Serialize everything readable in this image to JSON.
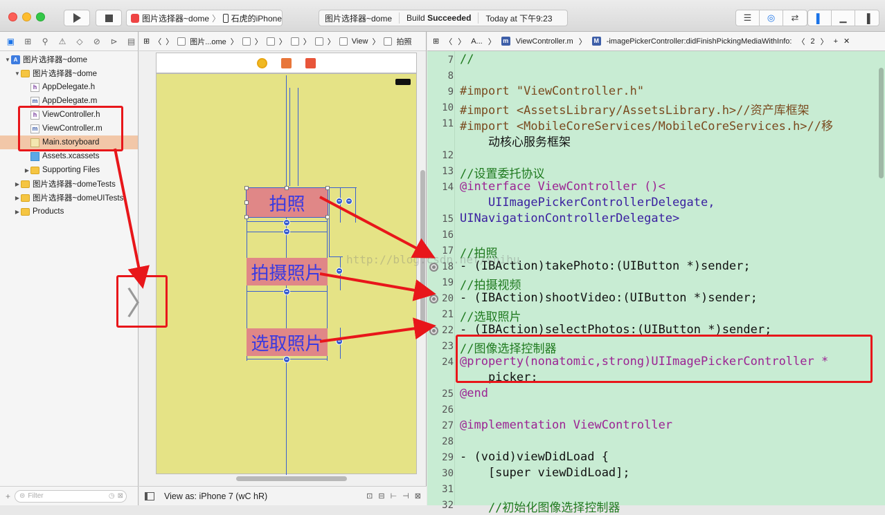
{
  "toolbar": {
    "scheme_project": "图片选择器~dome",
    "scheme_device": "石虎的iPhone",
    "status_project": "图片选择器~dome",
    "status_build_prefix": "Build",
    "status_build_result": "Succeeded",
    "status_time": "Today at 下午9:23"
  },
  "navigator": {
    "items": [
      {
        "label": "图片选择器~dome",
        "icon": "project-icon"
      },
      {
        "label": "图片选择器~dome",
        "icon": "folder-icon"
      },
      {
        "label": "AppDelegate.h",
        "icon": "header-file-icon"
      },
      {
        "label": "AppDelegate.m",
        "icon": "implementation-file-icon"
      },
      {
        "label": "ViewController.h",
        "icon": "header-file-icon"
      },
      {
        "label": "ViewController.m",
        "icon": "implementation-file-icon"
      },
      {
        "label": "Main.storyboard",
        "icon": "storyboard-icon"
      },
      {
        "label": "Assets.xcassets",
        "icon": "assets-icon"
      },
      {
        "label": "Supporting Files",
        "icon": "folder-icon"
      },
      {
        "label": "图片选择器~domeTests",
        "icon": "folder-icon"
      },
      {
        "label": "图片选择器~domeUITests",
        "icon": "folder-icon"
      },
      {
        "label": "Products",
        "icon": "folder-icon"
      }
    ],
    "filter_placeholder": "Filter"
  },
  "storyboard": {
    "jump_items": [
      "图片...ome",
      "View",
      "拍照"
    ],
    "buttons": [
      "拍照",
      "拍摄照片",
      "选取照片"
    ],
    "view_as": "View as: iPhone 7 (wC hR)"
  },
  "editor": {
    "jump_items": [
      "A...",
      "ViewController.m",
      "-imagePickerController:didFinishPickingMediaWithInfo:"
    ],
    "jump_counter": "2",
    "watermark": "http://blog.csdn.net/shihu",
    "lines": [
      {
        "n": "7",
        "t": "//"
      },
      {
        "n": "8",
        "t": ""
      },
      {
        "n": "9",
        "t": "#import \"ViewController.h\""
      },
      {
        "n": "10",
        "t": "#import <AssetsLibrary/AssetsLibrary.h>//资产库框架"
      },
      {
        "n": "11",
        "t": "#import <MobileCoreServices/MobileCoreServices.h>//移"
      },
      {
        "n": "",
        "t": "    动核心服务框架"
      },
      {
        "n": "12",
        "t": ""
      },
      {
        "n": "13",
        "t": "//设置委托协议"
      },
      {
        "n": "14",
        "t": "@interface ViewController ()<"
      },
      {
        "n": "",
        "t": "    UIImagePickerControllerDelegate,"
      },
      {
        "n": "15",
        "t": "UINavigationControllerDelegate>"
      },
      {
        "n": "16",
        "t": ""
      },
      {
        "n": "17",
        "t": "//拍照"
      },
      {
        "n": "18",
        "t": "- (IBAction)takePhoto:(UIButton *)sender;"
      },
      {
        "n": "19",
        "t": "//拍摄视频"
      },
      {
        "n": "20",
        "t": "- (IBAction)shootVideo:(UIButton *)sender;"
      },
      {
        "n": "21",
        "t": "//选取照片"
      },
      {
        "n": "22",
        "t": "- (IBAction)selectPhotos:(UIButton *)sender;"
      },
      {
        "n": "23",
        "t": "//图像选择控制器"
      },
      {
        "n": "24",
        "t": "@property(nonatomic,strong)UIImagePickerController *"
      },
      {
        "n": "",
        "t": "    picker;"
      },
      {
        "n": "25",
        "t": "@end"
      },
      {
        "n": "26",
        "t": ""
      },
      {
        "n": "27",
        "t": "@implementation ViewController"
      },
      {
        "n": "28",
        "t": ""
      },
      {
        "n": "29",
        "t": "- (void)viewDidLoad {"
      },
      {
        "n": "30",
        "t": "    [super viewDidLoad];"
      },
      {
        "n": "31",
        "t": ""
      },
      {
        "n": "32",
        "t": "    //初始化图像选择控制器"
      }
    ]
  },
  "colors": {
    "editor_bg": "#c8ecd3",
    "annotation_red": "#e8161a",
    "scene_bg": "#e5e386",
    "button_bg": "#e08787"
  }
}
